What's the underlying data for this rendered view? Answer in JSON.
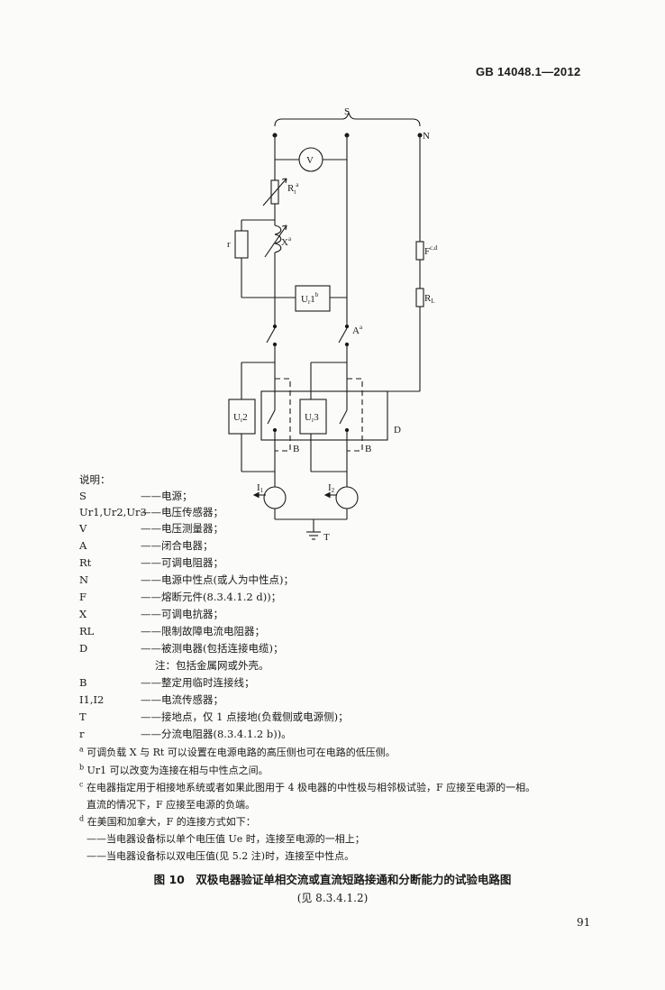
{
  "header": {
    "standard": "GB 14048.1—2012"
  },
  "diagram": {
    "labels": {
      "S": "S",
      "N": "N",
      "V": "V",
      "Rt": "R",
      "Rt_sub": "t",
      "Rt_sup": "a",
      "X": "X",
      "X_sup": "a",
      "r": "r",
      "Ur1": "U",
      "Ur1_sub": "r",
      "Ur1_tail": "1",
      "Ur1_sup": "b",
      "A": "A",
      "A_sup": "a",
      "F": "F",
      "F_sup": "c,d",
      "RL": "R",
      "RL_sub": "L",
      "Ur2": "U",
      "Ur2_sub": "r",
      "Ur2_tail": "2",
      "Ur3": "U",
      "Ur3_sub": "r",
      "Ur3_tail": "3",
      "B1": "B",
      "B2": "B",
      "D": "D",
      "I1": "I",
      "I1_sub": "1",
      "I2": "I",
      "I2_sub": "2",
      "T": "T"
    }
  },
  "legend": {
    "title": "说明：",
    "items": [
      {
        "symbol": "S",
        "desc": "——电源；"
      },
      {
        "symbol": "Ur1,Ur2,Ur3",
        "desc": "——电压传感器；"
      },
      {
        "symbol": "V",
        "desc": "——电压测量器；"
      },
      {
        "symbol": "A",
        "desc": "——闭合电器；"
      },
      {
        "symbol": "Rt",
        "desc": "——可调电阻器；"
      },
      {
        "symbol": "N",
        "desc": "——电源中性点(或人为中性点)；"
      },
      {
        "symbol": "F",
        "desc": "——熔断元件(8.3.4.1.2 d))；"
      },
      {
        "symbol": "X",
        "desc": "——可调电抗器；"
      },
      {
        "symbol": "RL",
        "desc": "——限制故障电流电阻器；"
      },
      {
        "symbol": "D",
        "desc": "——被测电器(包括连接电缆)；"
      },
      {
        "symbol": "",
        "desc": "注：包括金属网或外壳。"
      },
      {
        "symbol": "B",
        "desc": "——整定用临时连接线；"
      },
      {
        "symbol": "I1,I2",
        "desc": "——电流传感器；"
      },
      {
        "symbol": "T",
        "desc": "——接地点，仅 1 点接地(负载侧或电源侧)；"
      },
      {
        "symbol": "r",
        "desc": "——分流电阻器(8.3.4.1.2 b))。"
      }
    ]
  },
  "footnotes": {
    "a": {
      "mark": "a",
      "text": "可调负载 X 与 Rt 可以设置在电源电路的高压侧也可在电路的低压侧。"
    },
    "b": {
      "mark": "b",
      "text": "Ur1 可以改变为连接在相与中性点之间。"
    },
    "c": {
      "mark": "c",
      "line1": "在电器指定用于相接地系统或者如果此图用于 4 极电器的中性极与相邻极试验，F 应接至电源的一相。",
      "line2": "直流的情况下，F 应接至电源的负端。"
    },
    "d": {
      "mark": "d",
      "line1": "在美国和加拿大，F 的连接方式如下：",
      "line2": "——当电器设备标以单个电压值 Ue 时，连接至电源的一相上；",
      "line3": "——当电器设备标以双电压值(见 5.2 注)时，连接至中性点。"
    }
  },
  "caption": {
    "title": "图 10　双极电器验证单相交流或直流短路接通和分断能力的试验电路图",
    "ref": "(见 8.3.4.1.2)"
  },
  "page_number": "91"
}
